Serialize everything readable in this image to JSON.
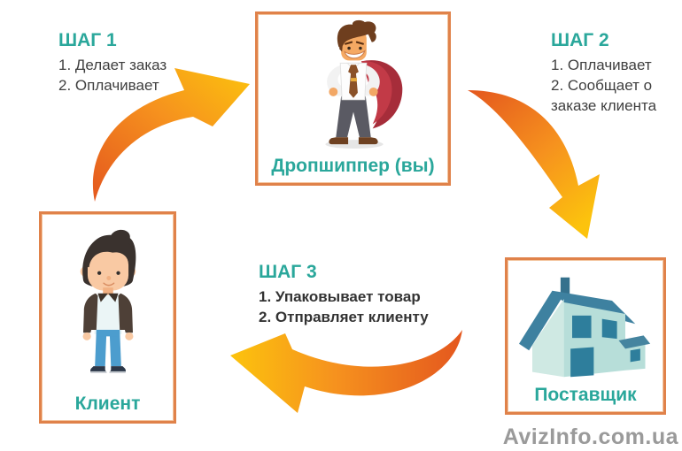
{
  "steps": [
    {
      "title": "ШАГ 1",
      "items": [
        "1. Делает заказ",
        "2. Оплачивает"
      ]
    },
    {
      "title": "ШАГ 2",
      "items": [
        "1. Оплачивает",
        "2. Сообщает о заказе клиента"
      ]
    },
    {
      "title": "ШАГ 3",
      "items": [
        "1. Упаковывает товар",
        "2. Отправляет клиенту"
      ]
    }
  ],
  "nodes": {
    "dropshipper": {
      "label": "Дропшиппер (вы)",
      "icon": "superhero-businessman-icon"
    },
    "client": {
      "label": "Клиент",
      "icon": "young-man-icon"
    },
    "supplier": {
      "label": "Поставщик",
      "icon": "house-icon"
    }
  },
  "arrows": [
    {
      "from": "client",
      "to": "dropshipper"
    },
    {
      "from": "dropshipper",
      "to": "supplier"
    },
    {
      "from": "supplier",
      "to": "client"
    }
  ],
  "watermark": "AvizInfo.com.ua",
  "colors": {
    "accent_teal": "#2AA79B",
    "border_orange": "#E0824A",
    "arrow_gradient_start": "#E4571E",
    "arrow_gradient_mid": "#F6921E",
    "arrow_gradient_end": "#FCC30D",
    "text_dark": "#3F3F3F",
    "watermark_gray": "#9A9A9A"
  }
}
